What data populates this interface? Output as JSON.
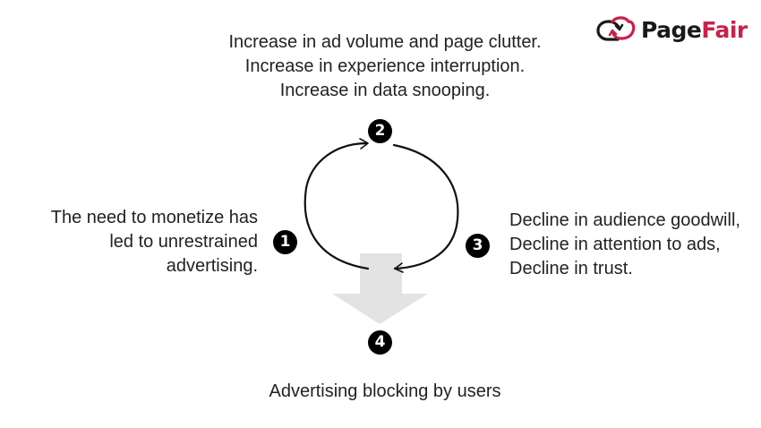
{
  "logo": {
    "brand_part1": "Page",
    "brand_part2": "Fair",
    "icon": "cloud-cycle-icon",
    "colors": {
      "dark": "#1a1a1a",
      "accent": "#c8214a"
    }
  },
  "steps": [
    {
      "number": "1",
      "lines": [
        "The need to monetize has",
        "led to unrestrained",
        "advertising."
      ]
    },
    {
      "number": "2",
      "lines": [
        "Increase in ad volume and page clutter.",
        "Increase in experience interruption.",
        "Increase in data snooping."
      ]
    },
    {
      "number": "3",
      "lines": [
        "Decline in audience goodwill,",
        "Decline in attention to ads,",
        "Decline in trust."
      ]
    },
    {
      "number": "4",
      "lines": [
        "Advertising blocking by users"
      ]
    }
  ],
  "colors": {
    "badge": "#000000",
    "arrow_fill": "#e3e3e3",
    "cycle_stroke": "#111111"
  }
}
